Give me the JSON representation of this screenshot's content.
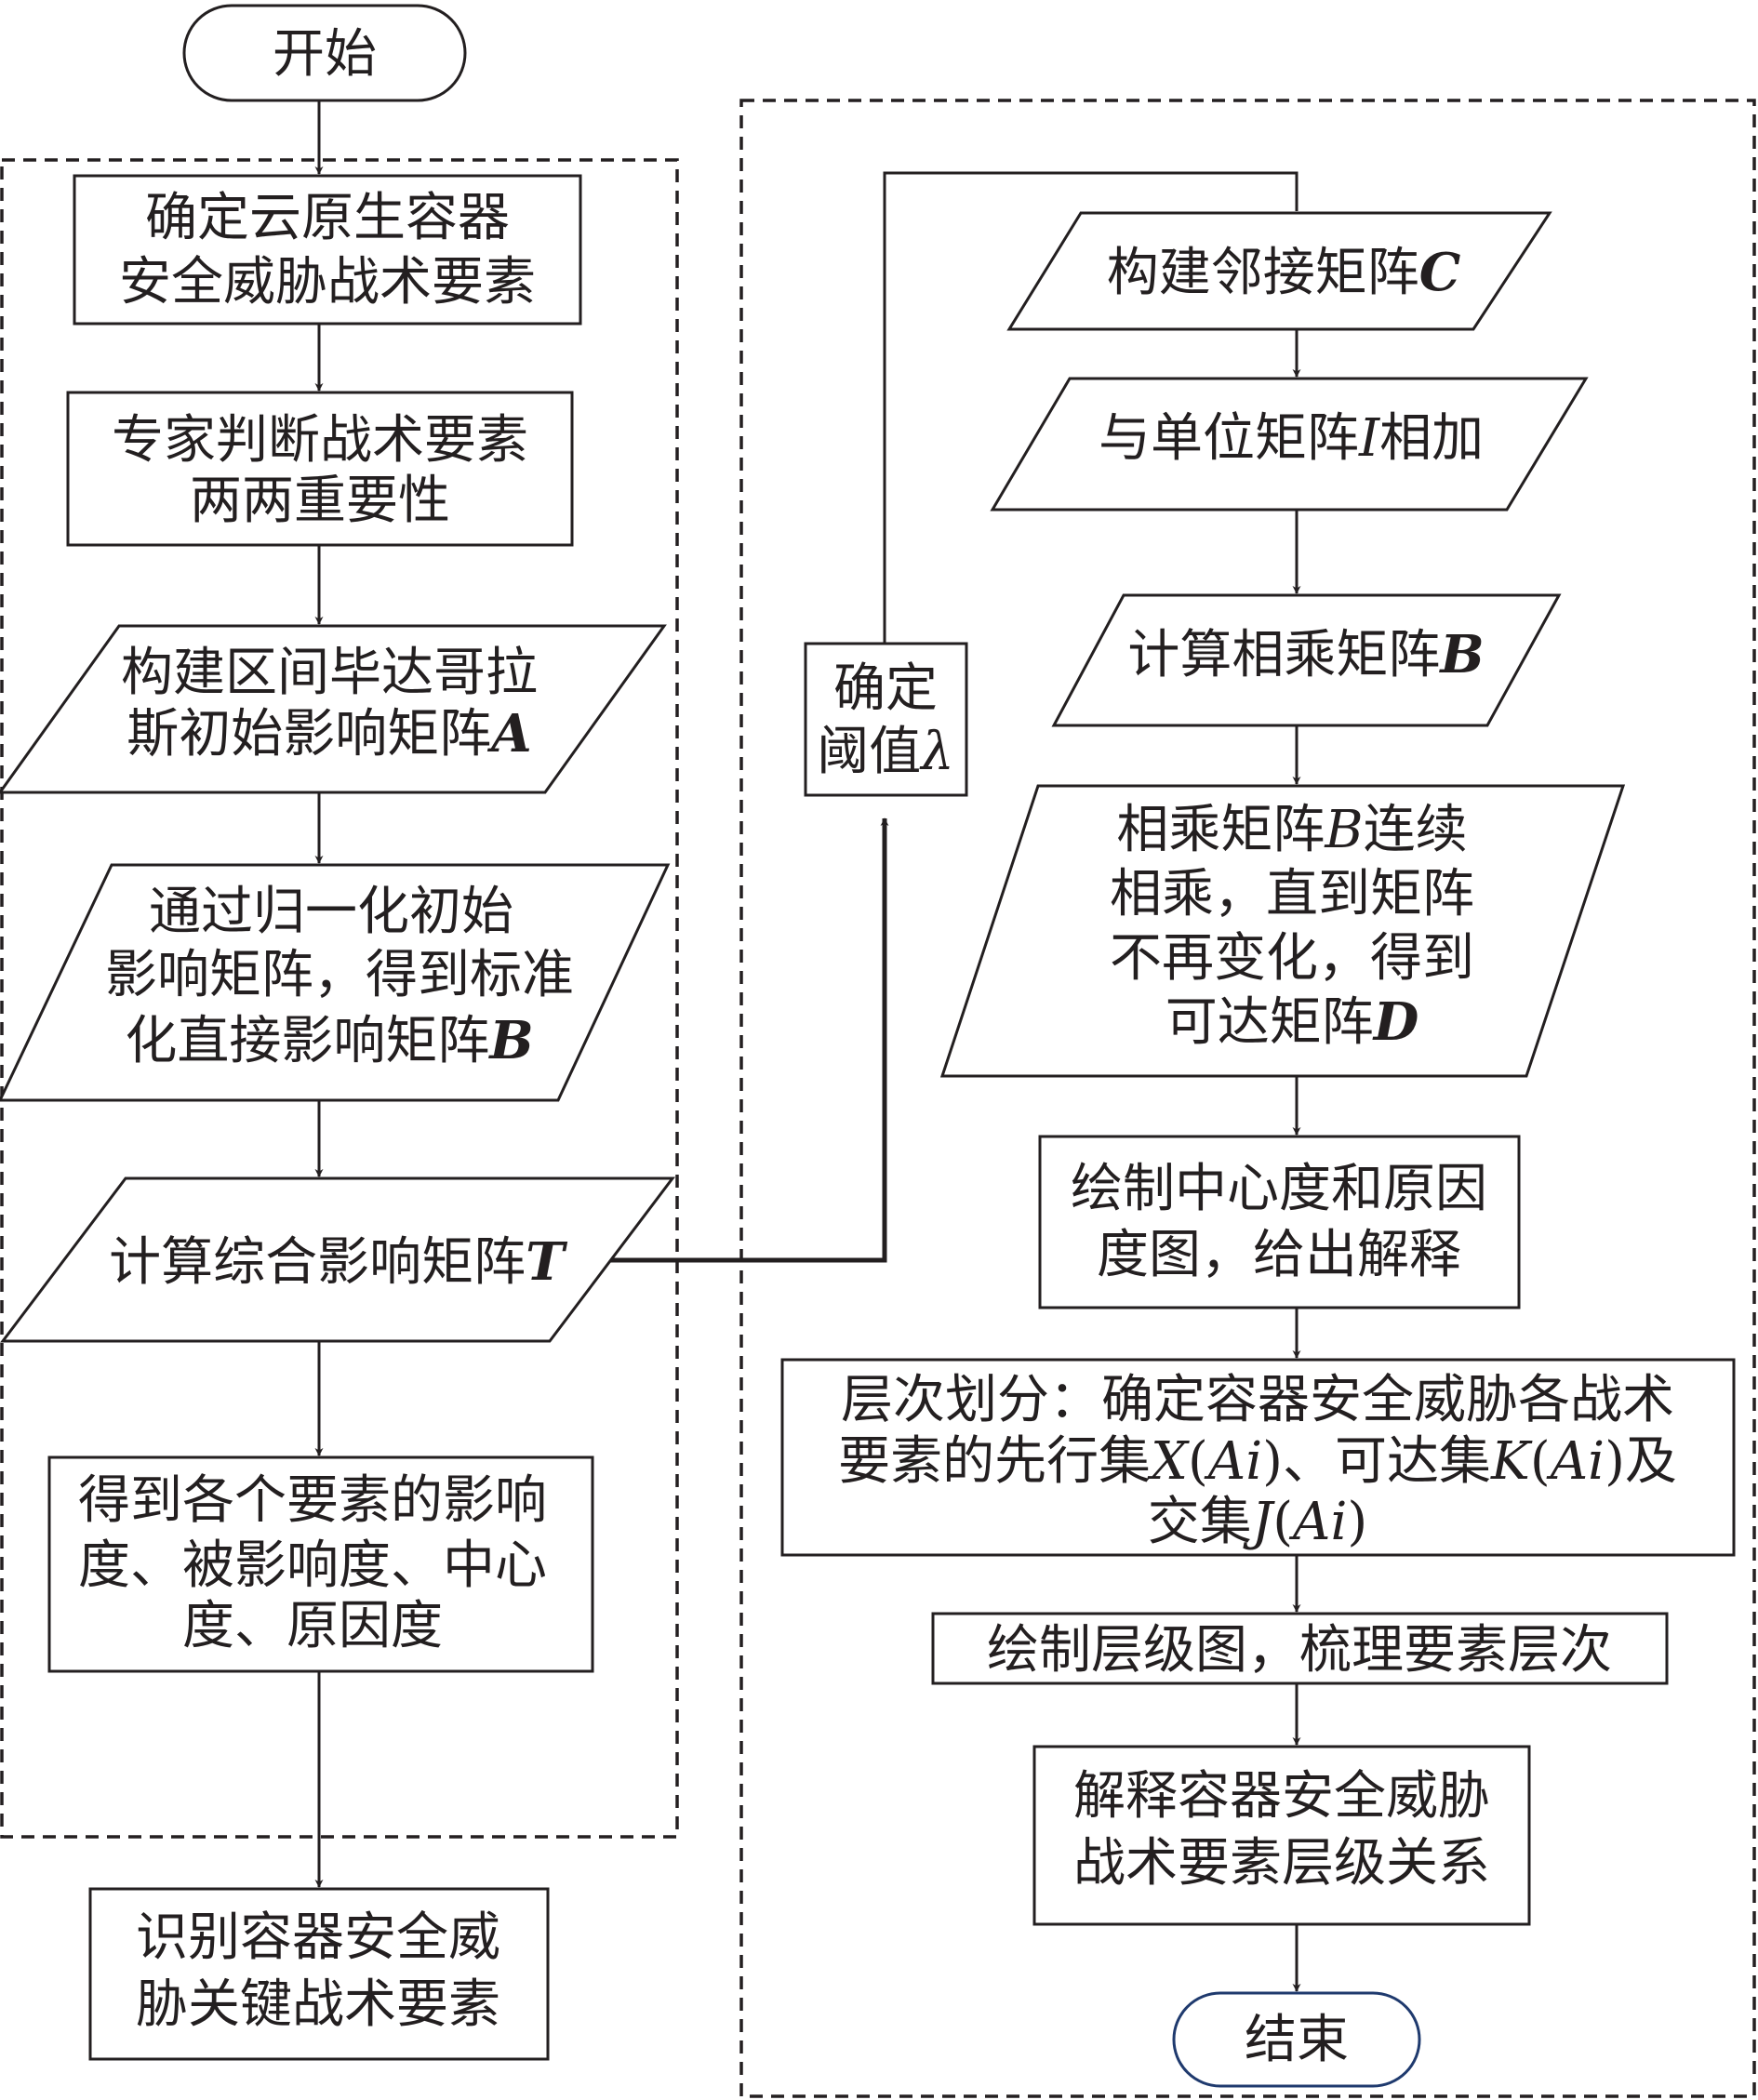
{
  "left": {
    "start": "开始",
    "step1": [
      "确定云原生容器",
      "安全威胁战术要素"
    ],
    "step2": [
      "专家判断战术要素",
      "两两重要性"
    ],
    "step3": [
      "构建区间毕达哥拉",
      "斯初始影响矩阵",
      "A"
    ],
    "step4": [
      "通过归一化初始",
      "影响矩阵，得到标准",
      "化直接影响矩阵",
      "B"
    ],
    "step5": [
      "计算综合影响矩阵",
      "T"
    ],
    "step6": [
      "得到各个要素的影响",
      "度、被影响度、中心",
      "度、原因度"
    ],
    "step7": [
      "识别容器安全威",
      "胁关键战术要素"
    ]
  },
  "right": {
    "threshold": [
      "确定",
      "阈值",
      "λ"
    ],
    "step1": [
      "构建邻接矩阵",
      "C"
    ],
    "step2": [
      "与单位矩阵",
      "I",
      "相加"
    ],
    "step3": [
      "计算相乘矩阵",
      "B"
    ],
    "step4": [
      "相乘矩阵",
      "B",
      "连续",
      "相乘，直到矩阵",
      "不再变化，得到",
      "可达矩阵",
      "D"
    ],
    "step5": [
      "绘制中心度和原因",
      "度图，给出解释"
    ],
    "step6": [
      "层次划分：确定容器安全威胁各战术",
      "要素的先行集",
      "X",
      "(",
      "Ai",
      ")、可达集",
      "K",
      "(",
      "Ai",
      ")及",
      "交集",
      "J",
      "(",
      "Ai",
      ")"
    ],
    "step7": [
      "绘制层级图，梳理要素层次"
    ],
    "step8": [
      "解释容器安全威胁",
      "战术要素层级关系"
    ],
    "end": "结束"
  },
  "colors": {
    "stroke": "#231f20",
    "end_stroke": "#1f3a6e",
    "background": "#ffffff"
  }
}
